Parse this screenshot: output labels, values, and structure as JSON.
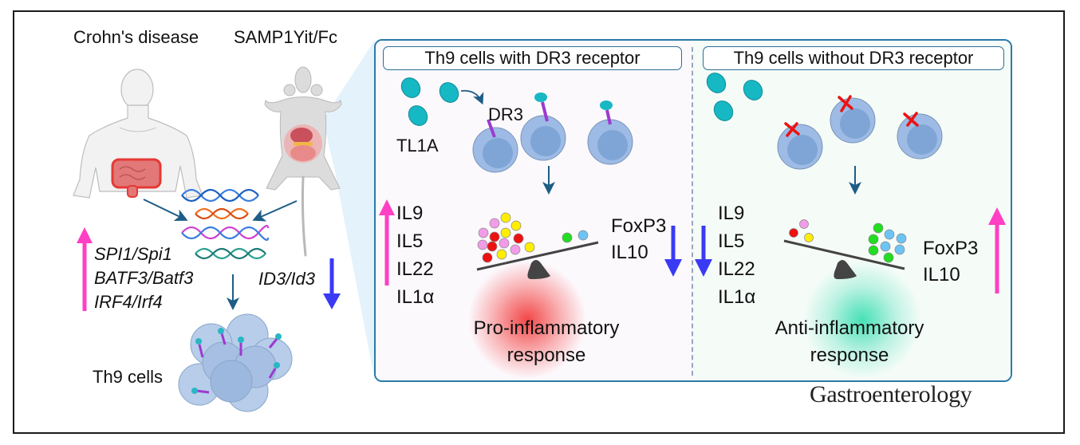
{
  "left": {
    "human_label": "Crohn's disease",
    "mouse_label": "SAMP1Yit/Fc",
    "upregulated_genes": [
      "SPI1/Spi1",
      "BATF3/Batf3",
      "IRF4/Irf4"
    ],
    "downregulated_genes": [
      "ID3/Id3"
    ],
    "cells_label": "Th9 cells"
  },
  "panel_with": {
    "header": "Th9 cells with DR3 receptor",
    "ligand_label": "TL1A",
    "receptor_label": "DR3",
    "up_markers": [
      "IL9",
      "IL5",
      "IL22",
      "IL1α"
    ],
    "down_markers": [
      "FoxP3",
      "IL10"
    ],
    "response": [
      "Pro-inflammatory",
      "response"
    ]
  },
  "panel_without": {
    "header": "Th9 cells without DR3 receptor",
    "down_markers": [
      "IL9",
      "IL5",
      "IL22",
      "IL1α"
    ],
    "up_markers": [
      "FoxP3",
      "IL10"
    ],
    "response": [
      "Anti-inflammatory",
      "response"
    ]
  },
  "journal": "Gastroenterology",
  "colors": {
    "up_arrow": "#ff3fc4",
    "down_arrow": "#3a3af5",
    "flow_arrow": "#1d5d86",
    "panel_border": "#2a7aa8",
    "pro_inflammatory": "#f03030",
    "anti_inflammatory": "#2ddcaa",
    "cytokine_red": "#ee1111",
    "cytokine_yellow": "#ffee00",
    "cytokine_pink": "#f29ce8",
    "cytokine_green": "#22dd22",
    "cytokine_blue": "#6ec3f5"
  }
}
